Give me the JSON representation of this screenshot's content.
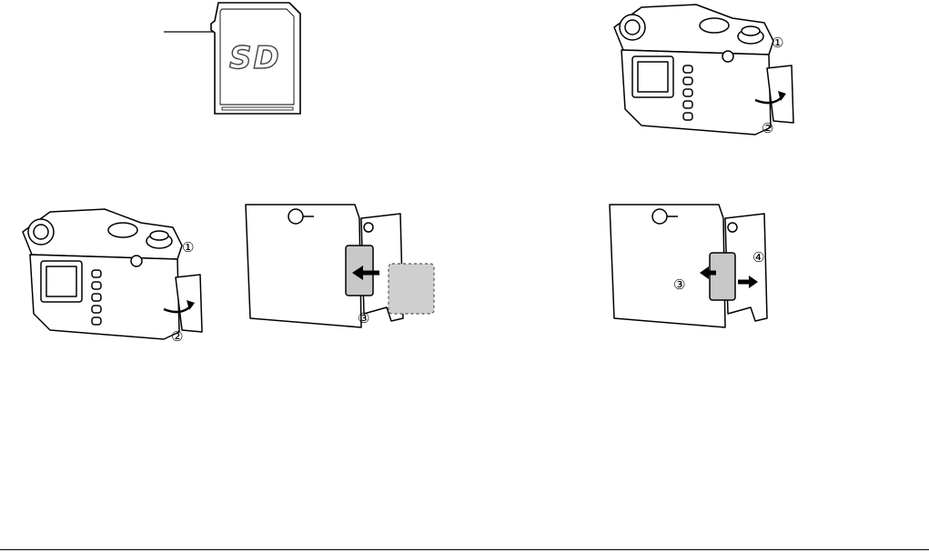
{
  "sd_card": {
    "logo_text": "SD"
  },
  "callouts": {
    "step1": "①",
    "step2": "②",
    "step3": "③",
    "step4": "④"
  },
  "colors": {
    "line": "#000000",
    "card_fill": "#c8c8c8",
    "shadow_card_fill": "#cfcfcf"
  },
  "icons": [
    "curved-arrow-icon",
    "insert-arrow-icon",
    "eject-arrow-icon",
    "release-arrow-icon"
  ]
}
